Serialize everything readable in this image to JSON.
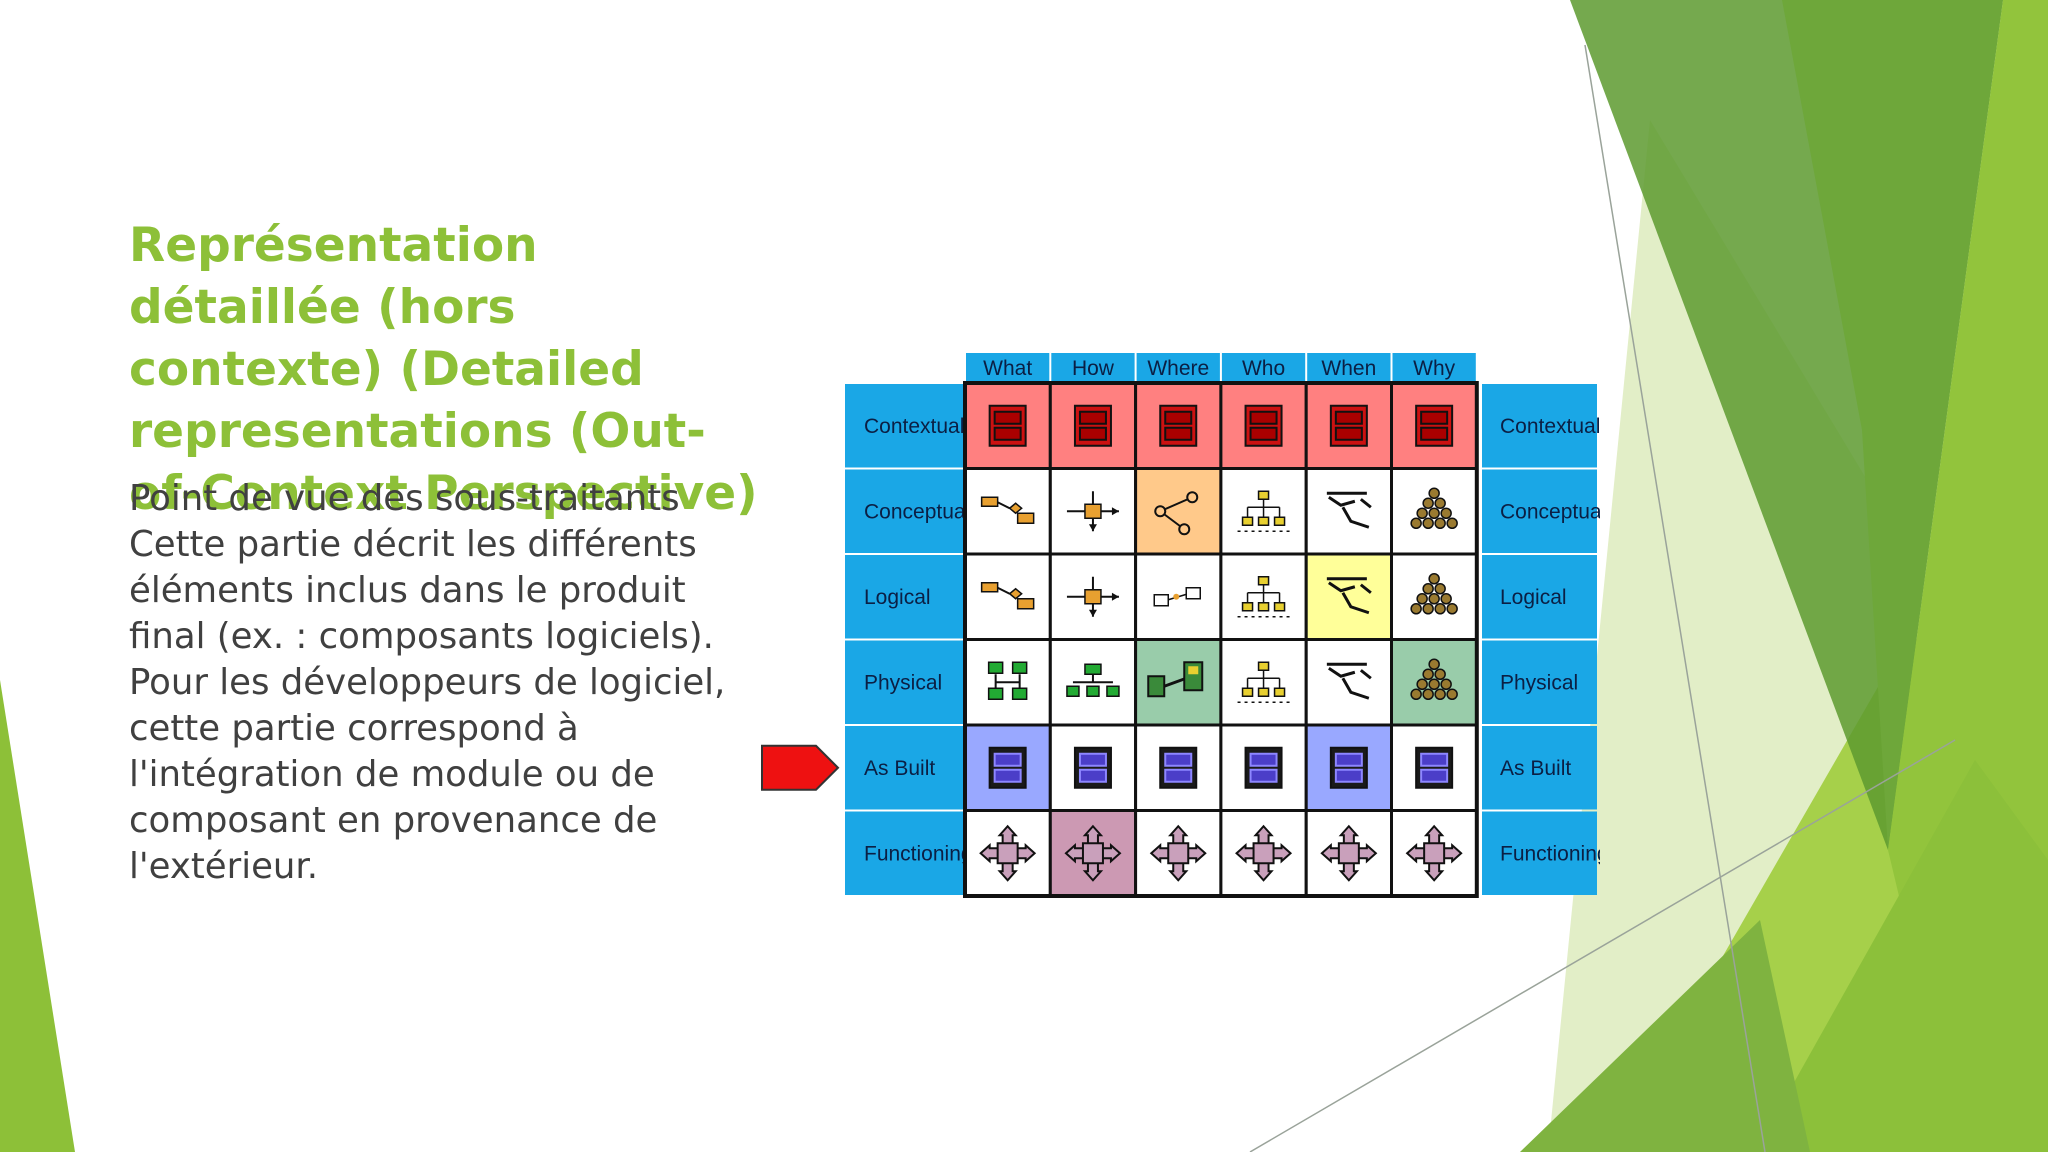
{
  "slide": {
    "title_bold": "Représentation détaillée (hors contexte)",
    "title_rest": "(Detailed representations (Out-of-Context Perspective)",
    "paragraphs": [
      "Point de vue des sous-traitants",
      "Cette partie décrit les différents éléments inclus dans le produit final (ex. : composants logiciels).",
      "Pour les développeurs de logiciel, cette partie correspond à l'intégration de module ou de composant en provenance de l'extérieur."
    ]
  },
  "matrix": {
    "columns": [
      "What",
      "How",
      "Where",
      "Who",
      "When",
      "Why"
    ],
    "rows": [
      "Contextual",
      "Conceptual",
      "Logical",
      "Physical",
      "As Built",
      "Functioning"
    ],
    "highlighted_row": "As Built",
    "cell_icons": [
      [
        "table-icon",
        "table-icon",
        "table-icon",
        "table-icon",
        "table-icon",
        "table-icon"
      ],
      [
        "entity-relation-icon",
        "process-flow-icon",
        "network-graph-icon",
        "org-chart-icon",
        "timeline-icon",
        "goal-pyramid-icon"
      ],
      [
        "entity-relation-icon",
        "process-flow-icon",
        "node-link-icon",
        "org-chart-icon",
        "timeline-icon",
        "goal-pyramid-icon"
      ],
      [
        "data-blocks-icon",
        "hierarchy-icon",
        "hardware-icon",
        "org-chart-icon",
        "timeline-icon",
        "goal-pyramid-icon"
      ],
      [
        "module-icon",
        "module-icon",
        "module-icon",
        "module-icon",
        "module-icon",
        "module-icon"
      ],
      [
        "four-way-arrow-icon",
        "four-way-arrow-icon",
        "four-way-arrow-icon",
        "four-way-arrow-icon",
        "four-way-arrow-icon",
        "four-way-arrow-icon"
      ]
    ],
    "cell_fills": [
      [
        "#ff8080",
        "#ff8080",
        "#ff8080",
        "#ff8080",
        "#ff8080",
        "#ff8080"
      ],
      [
        "#ffffff",
        "#ffffff",
        "#ffc98a",
        "#ffffff",
        "#ffffff",
        "#ffffff"
      ],
      [
        "#ffffff",
        "#ffffff",
        "#ffffff",
        "#ffffff",
        "#ffff99",
        "#ffffff"
      ],
      [
        "#ffffff",
        "#ffffff",
        "#99ccaa",
        "#ffffff",
        "#ffffff",
        "#99ccaa"
      ],
      [
        "#99a8ff",
        "#ffffff",
        "#ffffff",
        "#ffffff",
        "#99a8ff",
        "#ffffff"
      ],
      [
        "#ffffff",
        "#cc99b3",
        "#ffffff",
        "#ffffff",
        "#ffffff",
        "#ffffff"
      ]
    ],
    "header_color": "#1aa7e6",
    "pointer_color": "#ee1111"
  },
  "theme": {
    "accent": "#8dc038",
    "text": "#404040"
  }
}
